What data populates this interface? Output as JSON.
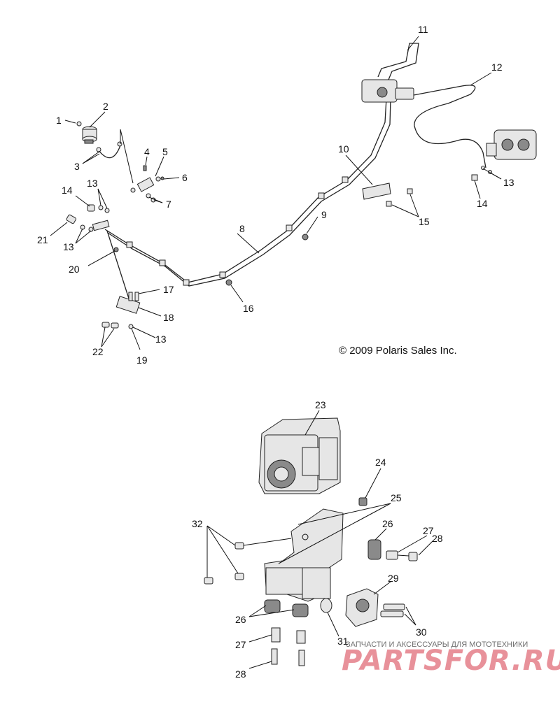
{
  "copyright": "© 2009 Polaris Sales Inc.",
  "watermark": {
    "tagline": "ЗАПЧАСТИ И АКСЕССУАРЫ ДЛЯ МОТОТЕХНИКИ",
    "brand": "PARTSFOR.RU"
  },
  "callouts": [
    "1",
    "2",
    "3",
    "4",
    "5",
    "6",
    "7",
    "8",
    "9",
    "10",
    "11",
    "12",
    "13",
    "13",
    "13",
    "13",
    "14",
    "14",
    "15",
    "16",
    "17",
    "18",
    "19",
    "20",
    "21",
    "22",
    "23",
    "24",
    "25",
    "26",
    "26",
    "27",
    "27",
    "28",
    "28",
    "29",
    "30",
    "31",
    "32"
  ]
}
